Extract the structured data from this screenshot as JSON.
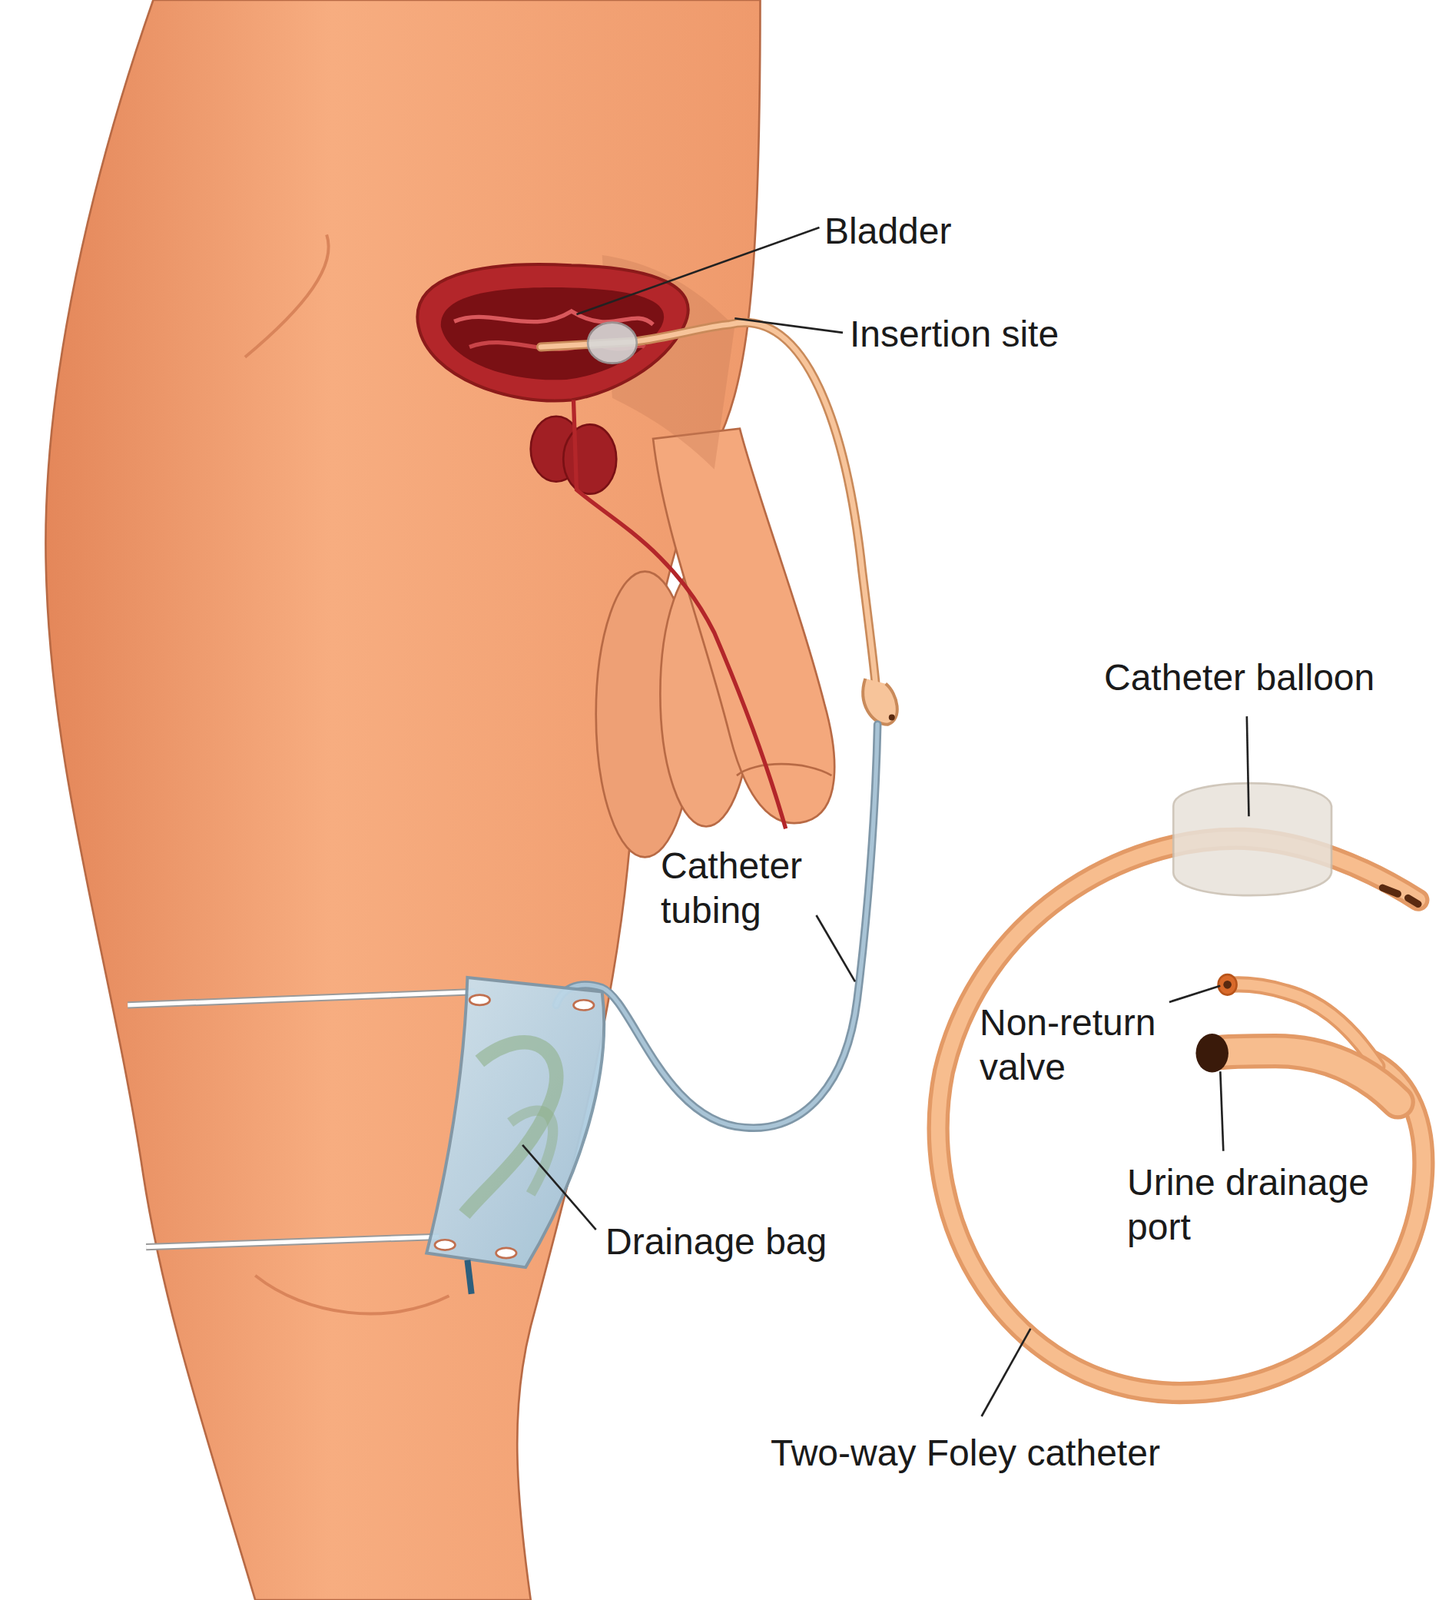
{
  "diagram": {
    "labels": [
      "Bladder",
      "Insertion site",
      "Catheter balloon",
      "Catheter tubing",
      "Non-return valve",
      "Urine drainage port",
      "Drainage bag",
      "Two-way Foley catheter"
    ]
  }
}
